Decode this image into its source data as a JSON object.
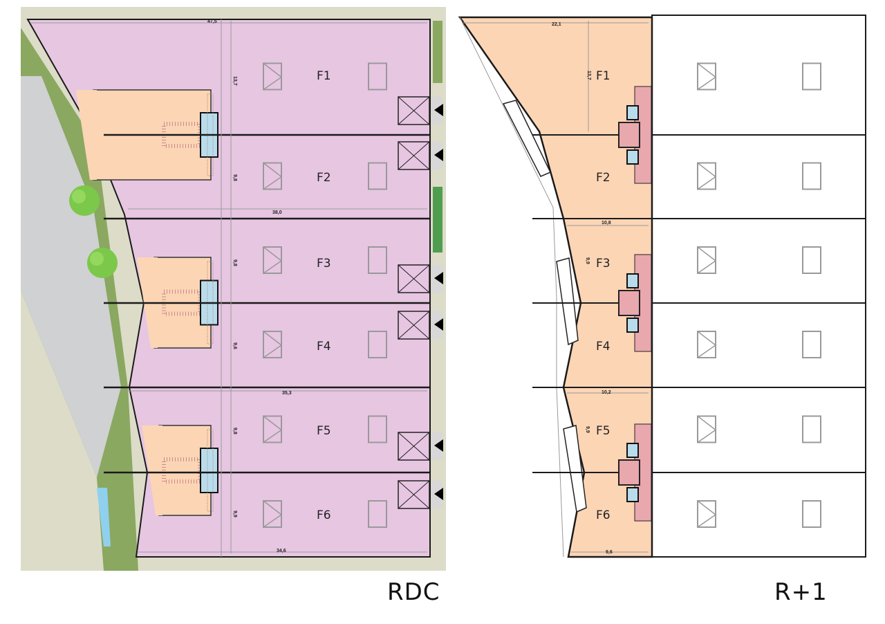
{
  "plans": [
    {
      "title": "RDC",
      "units": [
        "F1",
        "F2",
        "F3",
        "F4",
        "F5",
        "F6"
      ],
      "dimensions": {
        "top_width": "47,5",
        "f1_height": "13,7",
        "f2_height": "9,8",
        "f2_bottom_width": "38,0",
        "f3_height": "9,8",
        "f4_height": "9,6",
        "f4_bottom_width": "35,3",
        "f5_height": "9,8",
        "f6_height": "9,9",
        "f6_bottom_width": "34,6"
      }
    },
    {
      "title": "R+1",
      "units": [
        "F1",
        "F2",
        "F3",
        "F4",
        "F5",
        "F6"
      ],
      "dimensions": {
        "top_width": "22,1",
        "f1_height": "13,7",
        "f3_top_width": "10,8",
        "f3_height": "9,9",
        "f5_top_width": "10,2",
        "f5_height": "9,9",
        "f6_bottom_width": "9,6"
      }
    }
  ],
  "colors": {
    "commercial_pink": "#e7c6e2",
    "office_orange": "#fcd5b5",
    "site_beige": "#dcdcc8",
    "grass_green": "#8aa860",
    "road_gray": "#cfd1d3",
    "sanitary_blue": "#b9dcec",
    "stair_red": "#e9a7ae",
    "wall": "#1a1a1a"
  }
}
